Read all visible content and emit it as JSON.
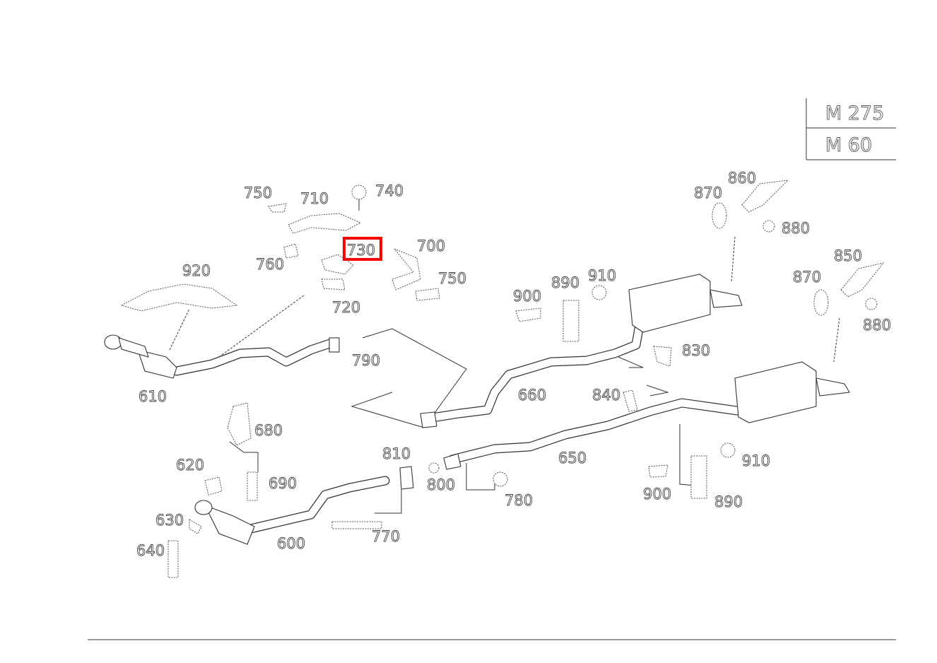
{
  "model_box": {
    "model_1": "M 275",
    "model_2": "M 60"
  },
  "highlighted_part": "730",
  "highlight_color": "#ff0000",
  "labels": [
    "750",
    "710",
    "740",
    "730",
    "700",
    "760",
    "750",
    "720",
    "920",
    "610",
    "790",
    "900",
    "890",
    "910",
    "870",
    "860",
    "880",
    "850",
    "870",
    "880",
    "830",
    "660",
    "840",
    "680",
    "620",
    "690",
    "810",
    "800",
    "650",
    "910",
    "900",
    "890",
    "780",
    "630",
    "770",
    "600",
    "640"
  ]
}
